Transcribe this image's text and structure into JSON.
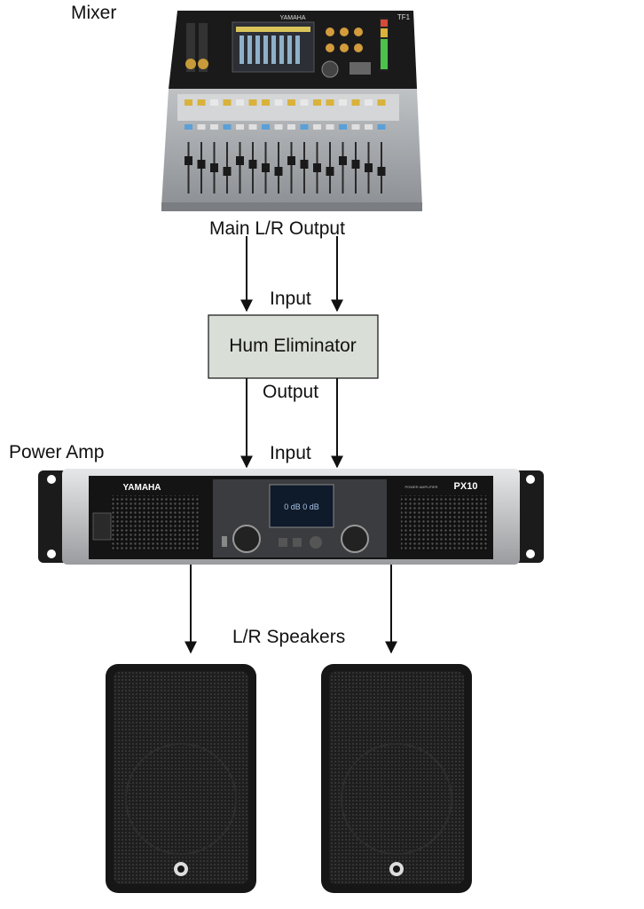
{
  "labels": {
    "mixer": "Mixer",
    "main_output": "Main L/R Output",
    "hum_input": "Input",
    "hum_box": "Hum Eliminator",
    "hum_output": "Output",
    "power_amp": "Power Amp",
    "amp_input": "Input",
    "speakers": "L/R Speakers"
  },
  "device_text": {
    "mixer_brand": "YAMAHA",
    "mixer_model": "TF1",
    "amp_brand": "YAMAHA",
    "amp_model": "PX10",
    "amp_subtitle": "POWER AMPLIFIER"
  },
  "colors": {
    "box_fill": "#d9ded6",
    "line": "#111111",
    "device_dark": "#1b1b1b",
    "device_silver": "#c4c6c8"
  }
}
